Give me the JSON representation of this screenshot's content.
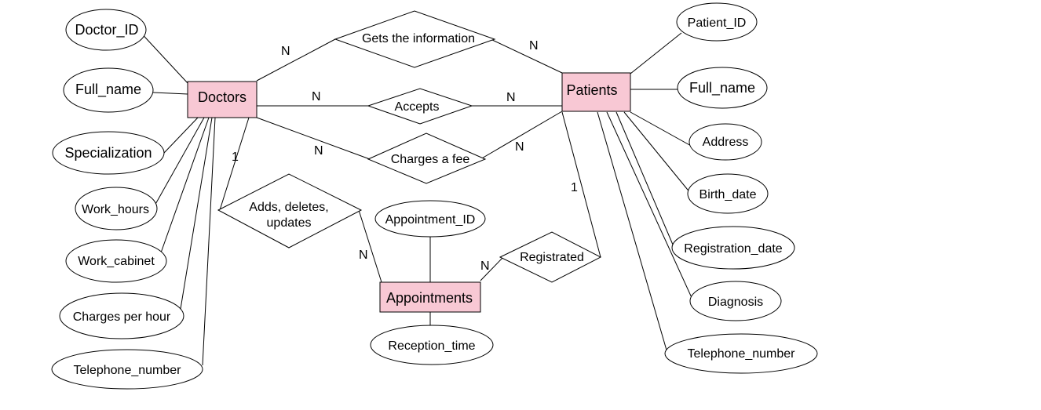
{
  "entities": {
    "doctors": "Doctors",
    "patients": "Patients",
    "appointments": "Appointments"
  },
  "relationships": {
    "gets_info": "Gets the information",
    "accepts": "Accepts",
    "charges_fee": "Charges a fee",
    "adds_deletes_1": "Adds, deletes,",
    "adds_deletes_2": "updates",
    "registrated": "Registrated"
  },
  "doctor_attributes": {
    "doctor_id": "Doctor_ID",
    "full_name": "Full_name",
    "specialization": "Specialization",
    "work_hours": "Work_hours",
    "work_cabinet": "Work_cabinet",
    "charges_per_hour": "Charges per hour",
    "telephone_number": "Telephone_number"
  },
  "patient_attributes": {
    "patient_id": "Patient_ID",
    "full_name": "Full_name",
    "address": "Address",
    "birth_date": "Birth_date",
    "registration_date": "Registration_date",
    "diagnosis": "Diagnosis",
    "telephone_number": "Telephone_number"
  },
  "appointment_attributes": {
    "appointment_id": "Appointment_ID",
    "reception_time": "Reception_time"
  },
  "cardinalities": {
    "gets_info_doctors": "N",
    "gets_info_patients": "N",
    "accepts_doctors": "N",
    "accepts_patients": "N",
    "charges_doctors": "N",
    "charges_patients": "N",
    "adds_doctors": "1",
    "adds_appointments": "N",
    "registrated_patients": "1",
    "registrated_appointments": "N"
  },
  "colors": {
    "entity_fill": "#f8c8d4",
    "line": "#000000"
  }
}
